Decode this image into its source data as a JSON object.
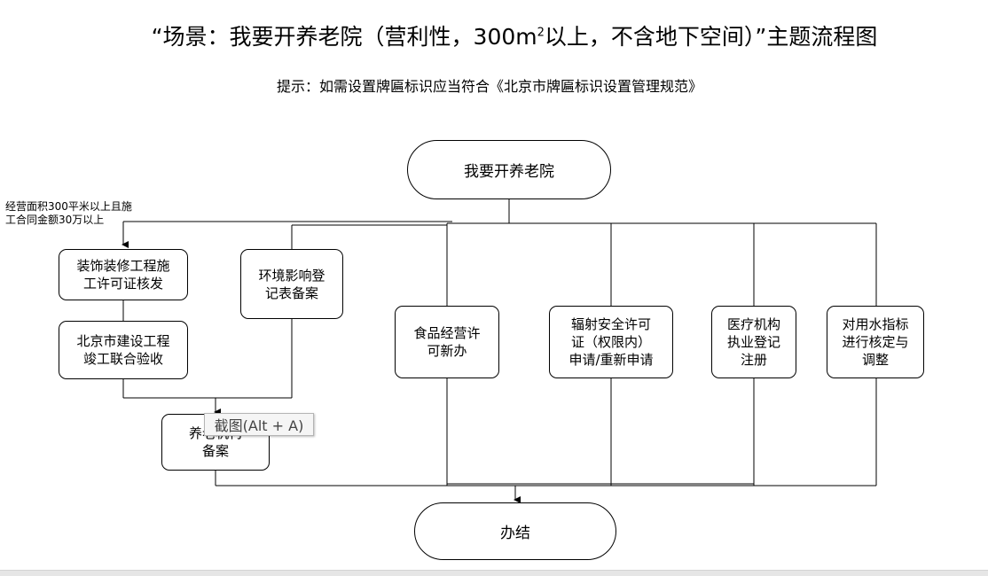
{
  "header": {
    "title_main": "“场景：我要开养老院（营利性，300m",
    "title_sup": "2",
    "title_rest": "以上，不含地下空间）”主题流程图",
    "hint": "提示：如需设置牌匾标识应当符合《北京市牌匾标识设置管理规范》"
  },
  "flow": {
    "start": "我要开养老院",
    "end": "办结",
    "condition_lines": [
      "经营面积300平米以上且施",
      "工合同金额30万以上"
    ],
    "nodes": {
      "decoration_permit": [
        "装饰装修工程施",
        "工许可证核发"
      ],
      "completion_acceptance": [
        "北京市建设工程",
        "竣工联合验收"
      ],
      "eia_registration": [
        "环境影响登",
        "记表备案"
      ],
      "eldercare_filing": [
        "养老机构",
        "备案"
      ],
      "food_license": [
        "食品经营许",
        "可新办"
      ],
      "radiation_license": [
        "辐射安全许可",
        "证（权限内）",
        "申请/重新申请"
      ],
      "medical_registration": [
        "医疗机构",
        "执业登记",
        "注册"
      ],
      "water_quota": [
        "对用水指标",
        "进行核定与",
        "调整"
      ]
    }
  },
  "overlay": {
    "screenshot_tooltip": "截图(Alt + A)"
  },
  "colors": {
    "line": "#000000",
    "tooltip_bg": "#f5f5f5",
    "tooltip_border": "#b4b4b4"
  }
}
